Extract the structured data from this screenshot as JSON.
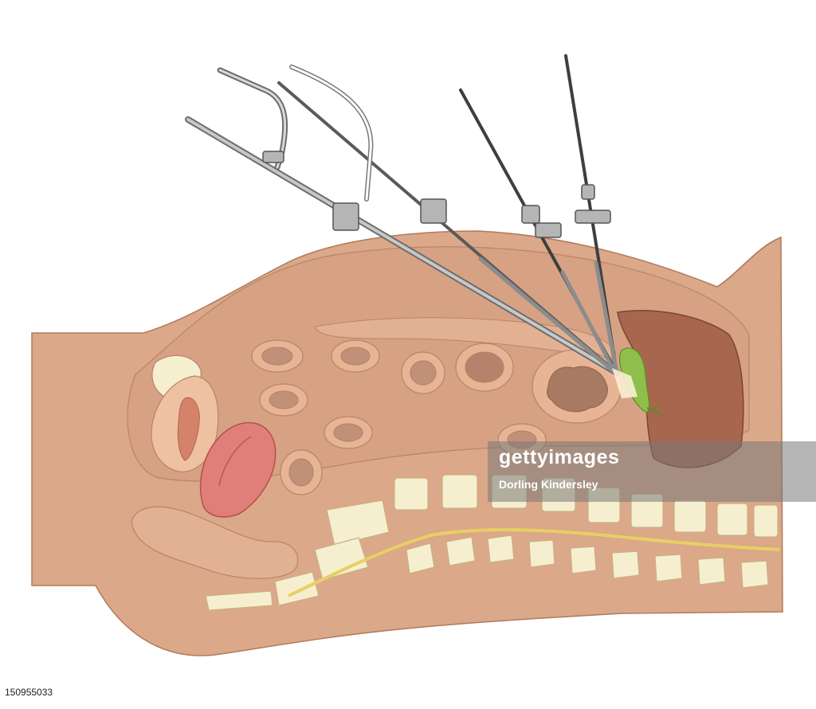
{
  "watermark": {
    "logo_text": "gettyimages",
    "credit": "Dorling Kindersley"
  },
  "image_id_label": "150955033",
  "colors": {
    "background": "#ffffff",
    "body_outer": "#dba88a",
    "body_outline": "#b07a5c",
    "cavity": "#d6a283",
    "organ_fill": "#e7b596",
    "bone": "#f6efcf",
    "liver": "#a8664f",
    "gallbladder": "#8fbf4a",
    "bladder_red": "#e07e79",
    "spinal_cord": "#e8cf64",
    "instrument_metal": "#8c8c8c",
    "instrument_dark": "#555555"
  }
}
